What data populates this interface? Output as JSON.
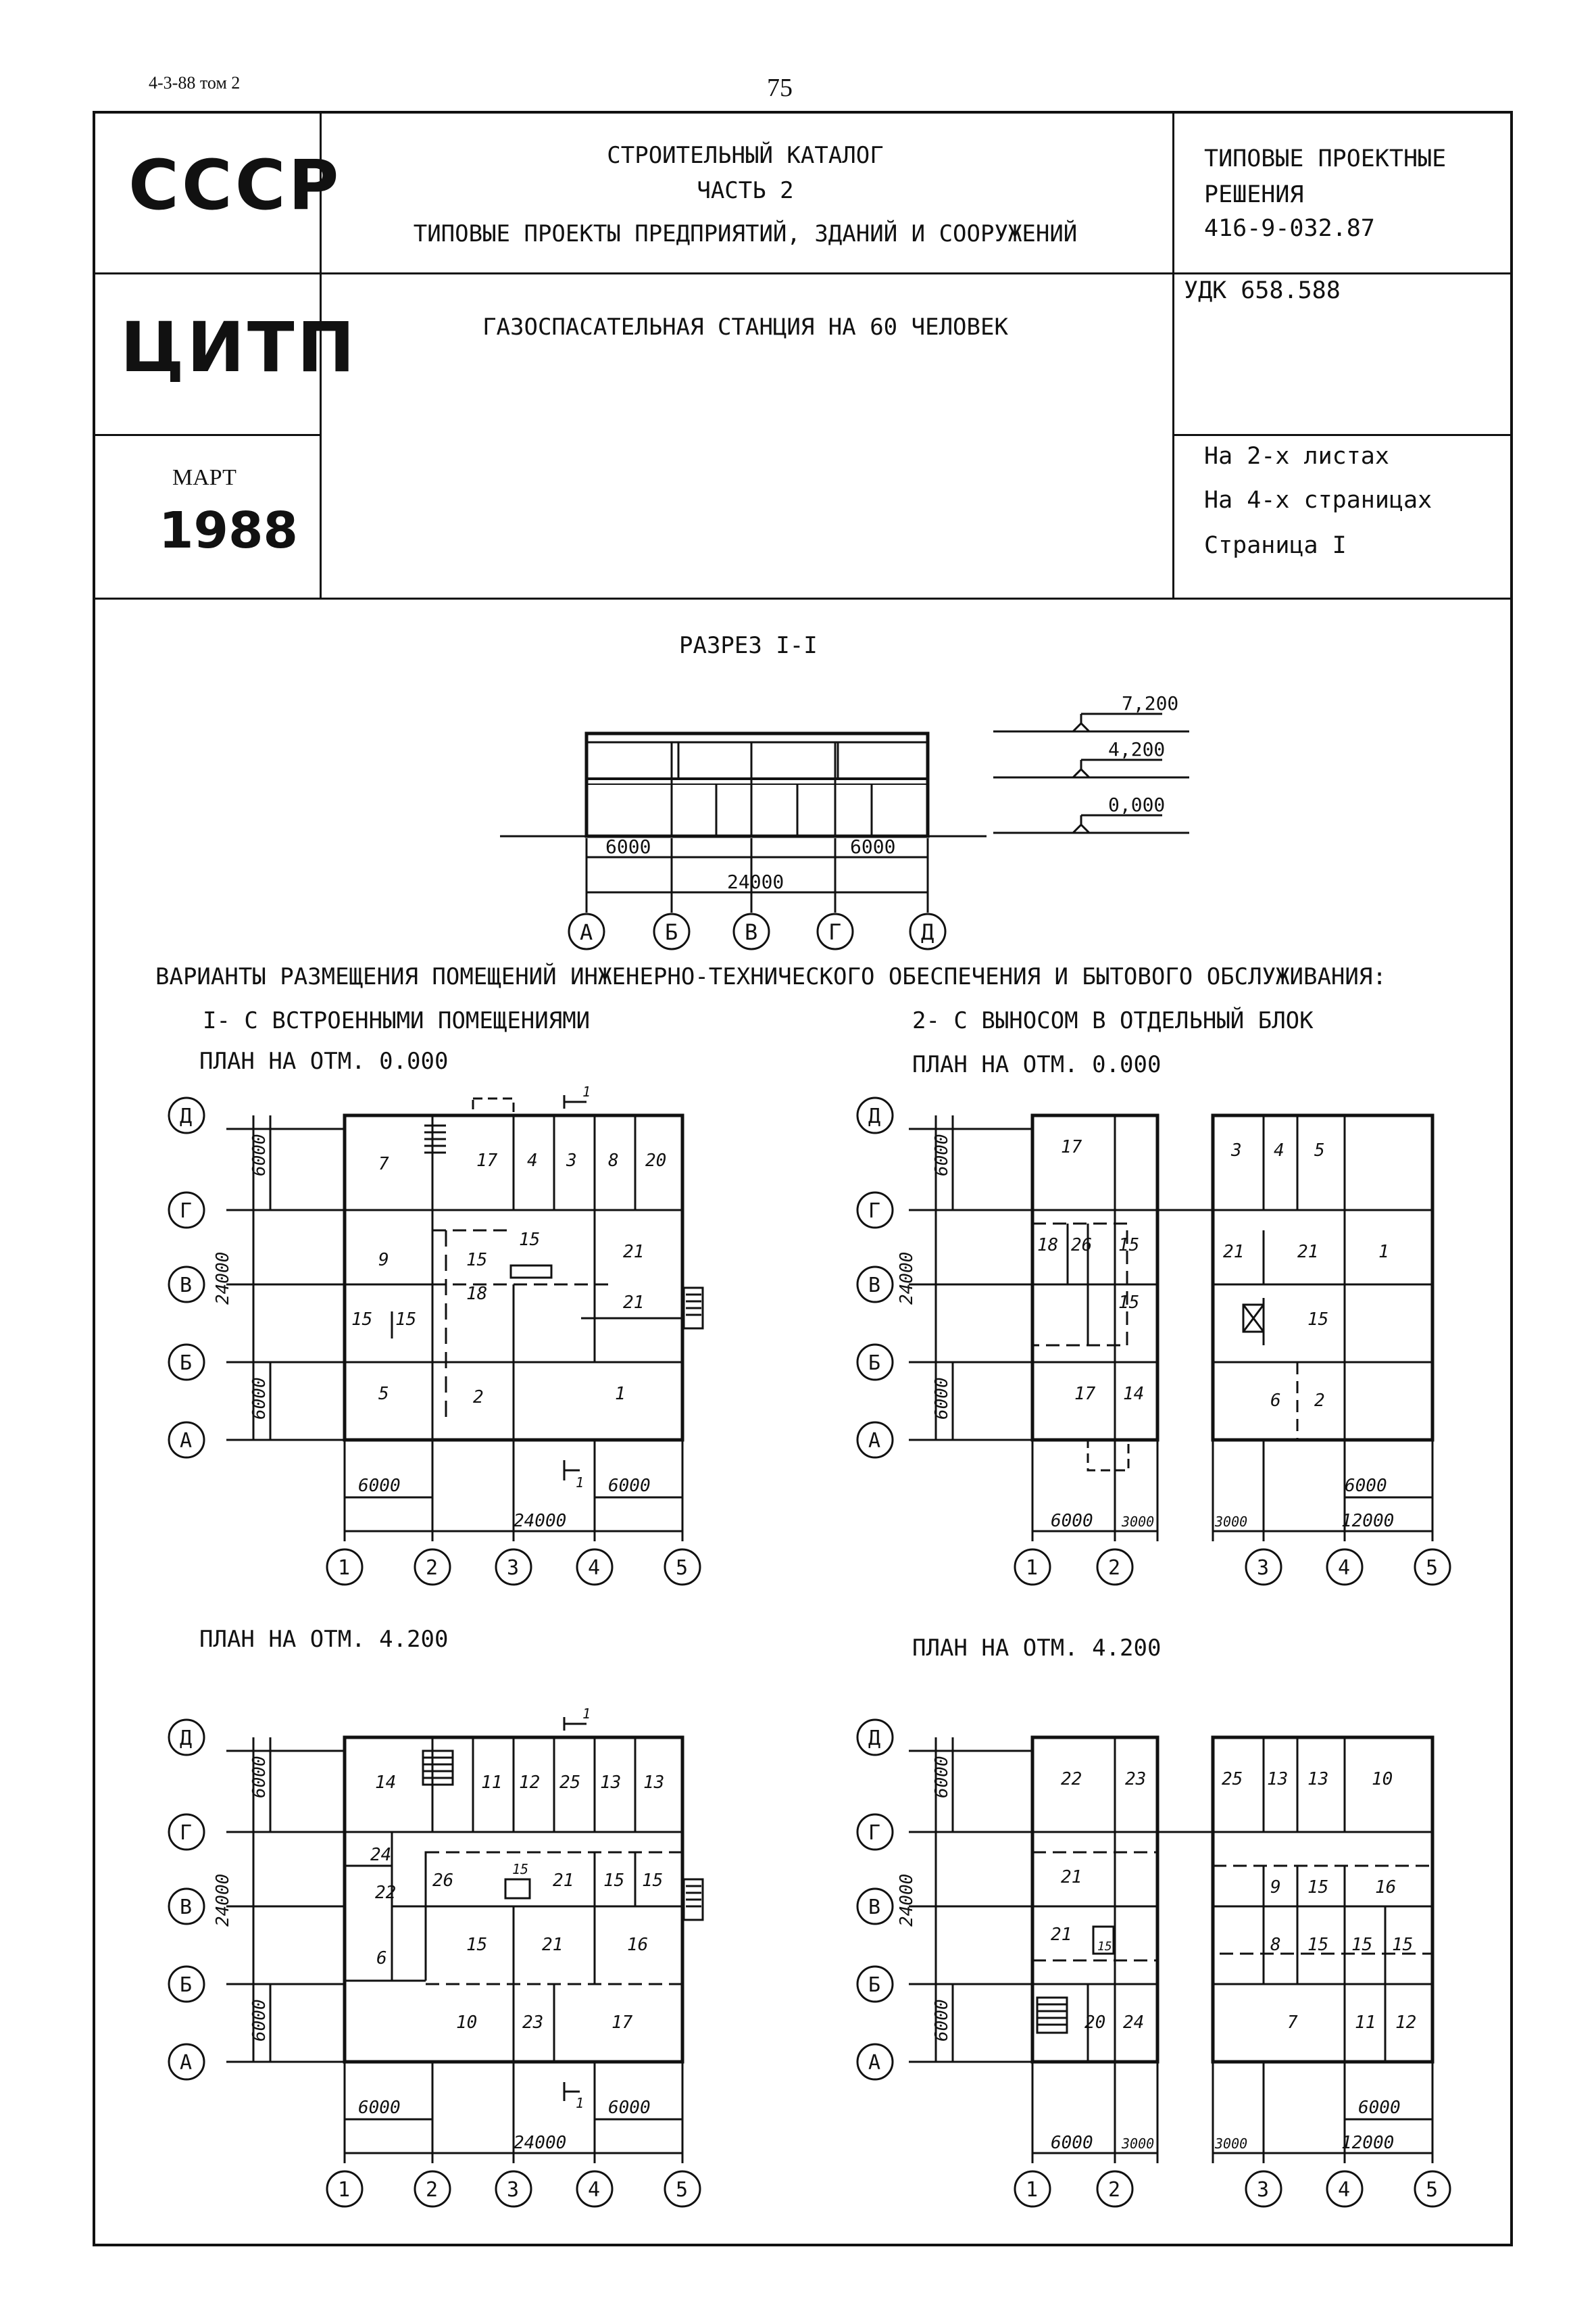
{
  "top": {
    "doc_code": "4-3-88 том 2",
    "page_number": "75"
  },
  "header": {
    "country": "СССР",
    "org": "ЦИТП",
    "month": "МАРТ",
    "year": "1988",
    "catalog_line1": "СТРОИТЕЛЬНЫЙ КАТАЛОГ",
    "catalog_line2": "ЧАСТЬ  2",
    "catalog_line3": "ТИПОВЫЕ ПРОЕКТЫ ПРЕДПРИЯТИЙ, ЗДАНИЙ И СООРУЖЕНИЙ",
    "title": "ГАЗОСПАСАТЕЛЬНАЯ СТАНЦИЯ НА  60  ЧЕЛОВЕК",
    "right_line1": "ТИПОВЫЕ ПРОЕКТНЫЕ",
    "right_line2": "РЕШЕНИЯ",
    "right_line3": "416-9-032.87",
    "udk": "УДК 658.588",
    "sheets": "На 2-х листах",
    "pages": "На 4-х страницах",
    "page": "Страница I"
  },
  "section": {
    "title": "РАЗРЕЗ I-I",
    "levels": [
      "7,200",
      "4,200",
      "0,000"
    ],
    "dims": [
      "6000",
      "6000",
      "24000"
    ],
    "axes": [
      "А",
      "Б",
      "В",
      "Г",
      "Д"
    ]
  },
  "variants": {
    "heading": "ВАРИАНТЫ РАЗМЕЩЕНИЯ ПОМЕЩЕНИЙ ИНЖЕНЕРНО-ТЕХНИЧЕСКОГО ОБЕСПЕЧЕНИЯ И БЫТОВОГО ОБСЛУЖИВАНИЯ:",
    "v1": "I- С ВСТРОЕННЫМИ ПОМЕЩЕНИЯМИ",
    "v2": "2- С ВЫНОСОМ В ОТДЕЛЬНЫЙ БЛОК",
    "plan0": "ПЛАН НА ОТМ. 0.000",
    "plan42": "ПЛАН НА ОТМ.  4.200"
  },
  "plans": {
    "row_axes": [
      "Д",
      "Г",
      "В",
      "Б",
      "А"
    ],
    "col_axes": [
      "1",
      "2",
      "3",
      "4",
      "5"
    ],
    "dim_6000": "6000",
    "dim_24000": "24000",
    "dim_3000": "3000",
    "dim_12000": "12000",
    "cut_mark": "1",
    "p1_rooms": [
      "7",
      "17",
      "4",
      "3",
      "8",
      "20",
      "15",
      "21",
      "9",
      "15",
      "18",
      "21",
      "15",
      "15",
      "5",
      "2",
      "1"
    ],
    "p2a_rooms": [
      "17",
      "18",
      "26",
      "15",
      "15",
      "17",
      "14"
    ],
    "p2b_rooms": [
      "3",
      "4",
      "5",
      "21",
      "21",
      "1",
      "15",
      "6",
      "2"
    ],
    "p3_rooms": [
      "14",
      "11",
      "12",
      "25",
      "13",
      "13",
      "24",
      "22",
      "26",
      "15",
      "21",
      "15",
      "15",
      "15",
      "21",
      "16",
      "6",
      "10",
      "23",
      "17"
    ],
    "p4a_rooms": [
      "22",
      "23",
      "21",
      "21",
      "15",
      "20",
      "24"
    ],
    "p4b_rooms": [
      "25",
      "13",
      "13",
      "10",
      "9",
      "15",
      "16",
      "8",
      "15",
      "15",
      "15",
      "7",
      "11",
      "12"
    ]
  }
}
